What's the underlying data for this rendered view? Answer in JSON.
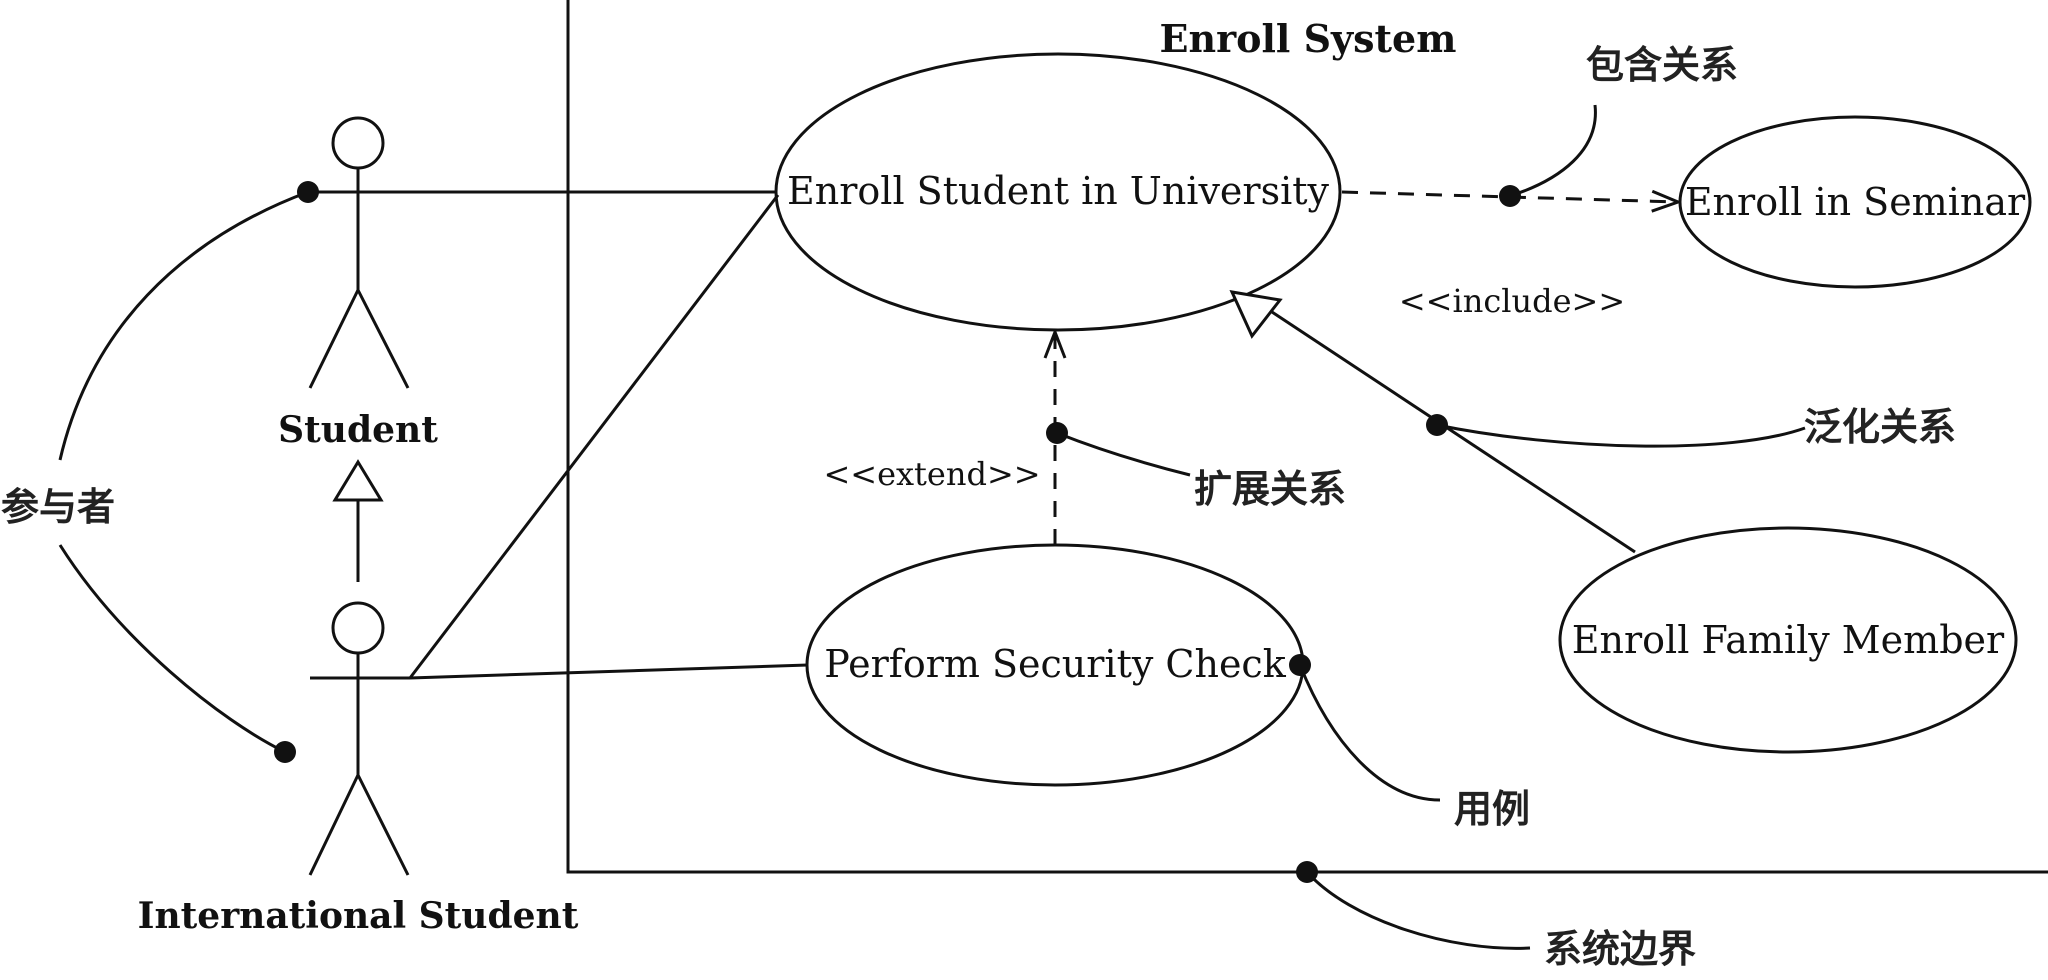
{
  "system": {
    "title": "Enroll System"
  },
  "actors": {
    "student": "Student",
    "international_student": "International Student"
  },
  "use_cases": {
    "enroll_university": "Enroll Student in University",
    "enroll_seminar": "Enroll in Seminar",
    "security_check": "Perform Security Check",
    "family_member": "Enroll Family Member"
  },
  "stereotypes": {
    "include": "<<include>>",
    "extend": "<<extend>>"
  },
  "annotations": {
    "actor": "参与者",
    "include_relation": "包含关系",
    "extend_relation": "扩展关系",
    "generalization": "泛化关系",
    "use_case": "用例",
    "system_boundary": "系统边界"
  }
}
